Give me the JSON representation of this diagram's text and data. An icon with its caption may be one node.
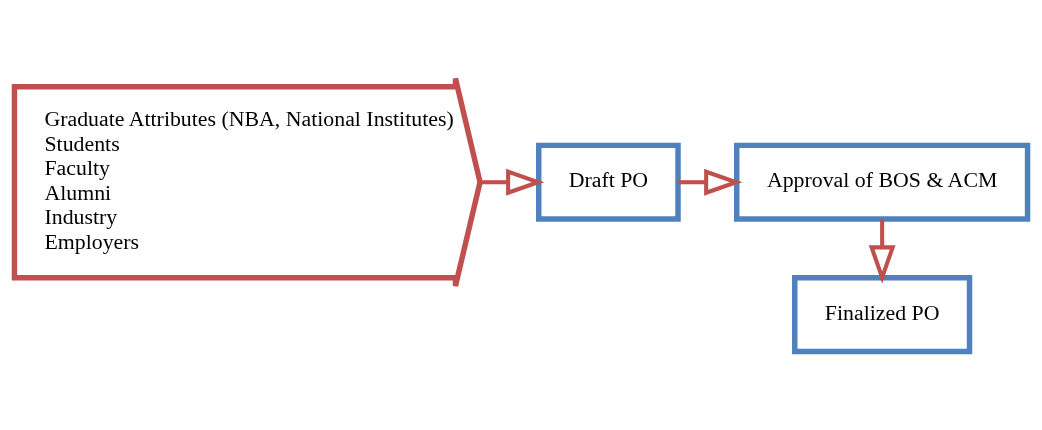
{
  "diagram": {
    "nodes": [
      {
        "text": [
          "Graduate Attributes (NBA, National Institutes)",
          "Students",
          "Faculty",
          "Alumni",
          "Industry",
          "Employers"
        ]
      },
      {
        "text": [
          "Draft PO"
        ]
      },
      {
        "text": [
          "Approval of BOS & ACM"
        ]
      },
      {
        "text": [
          "Finalized PO"
        ]
      }
    ],
    "edges": [
      {
        "from": 0,
        "to": 1,
        "arrow": "to"
      },
      {
        "from": 1,
        "to": 2,
        "arrow": "to"
      },
      {
        "from": 2,
        "to": 3,
        "arrow": "to"
      }
    ]
  }
}
